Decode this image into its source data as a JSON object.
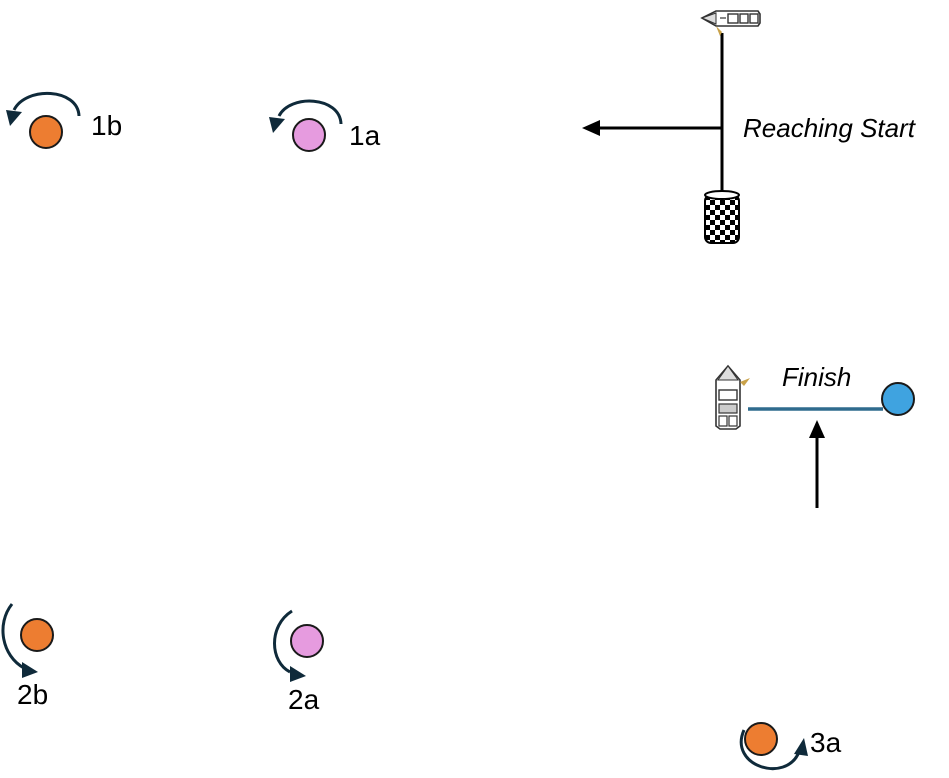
{
  "colors": {
    "orange_mark": "#ED7D31",
    "pink_mark": "#E69BDF",
    "finish_mark": "#3FA3E0",
    "mark_outline": "#1a1a1a",
    "rounding_arrow": "#0F2A3A",
    "finish_line": "#2F6B8E",
    "start_line": "#000000"
  },
  "marks": [
    {
      "id": "mark-1b",
      "label": "1b",
      "color": "orange",
      "rounding": "counterclockwise"
    },
    {
      "id": "mark-1a",
      "label": "1a",
      "color": "pink",
      "rounding": "counterclockwise"
    },
    {
      "id": "mark-2b",
      "label": "2b",
      "color": "orange",
      "rounding": "counterclockwise"
    },
    {
      "id": "mark-2a",
      "label": "2a",
      "color": "pink",
      "rounding": "counterclockwise"
    },
    {
      "id": "mark-3a",
      "label": "3a",
      "color": "orange",
      "rounding": "counterclockwise"
    }
  ],
  "start": {
    "label": "Reaching Start",
    "pin_icon": "checkered-buoy-icon",
    "committee_icon": "committee-boat-icon"
  },
  "finish": {
    "label": "Finish",
    "pin_icon": "finish-buoy-icon",
    "committee_icon": "committee-boat-icon"
  }
}
